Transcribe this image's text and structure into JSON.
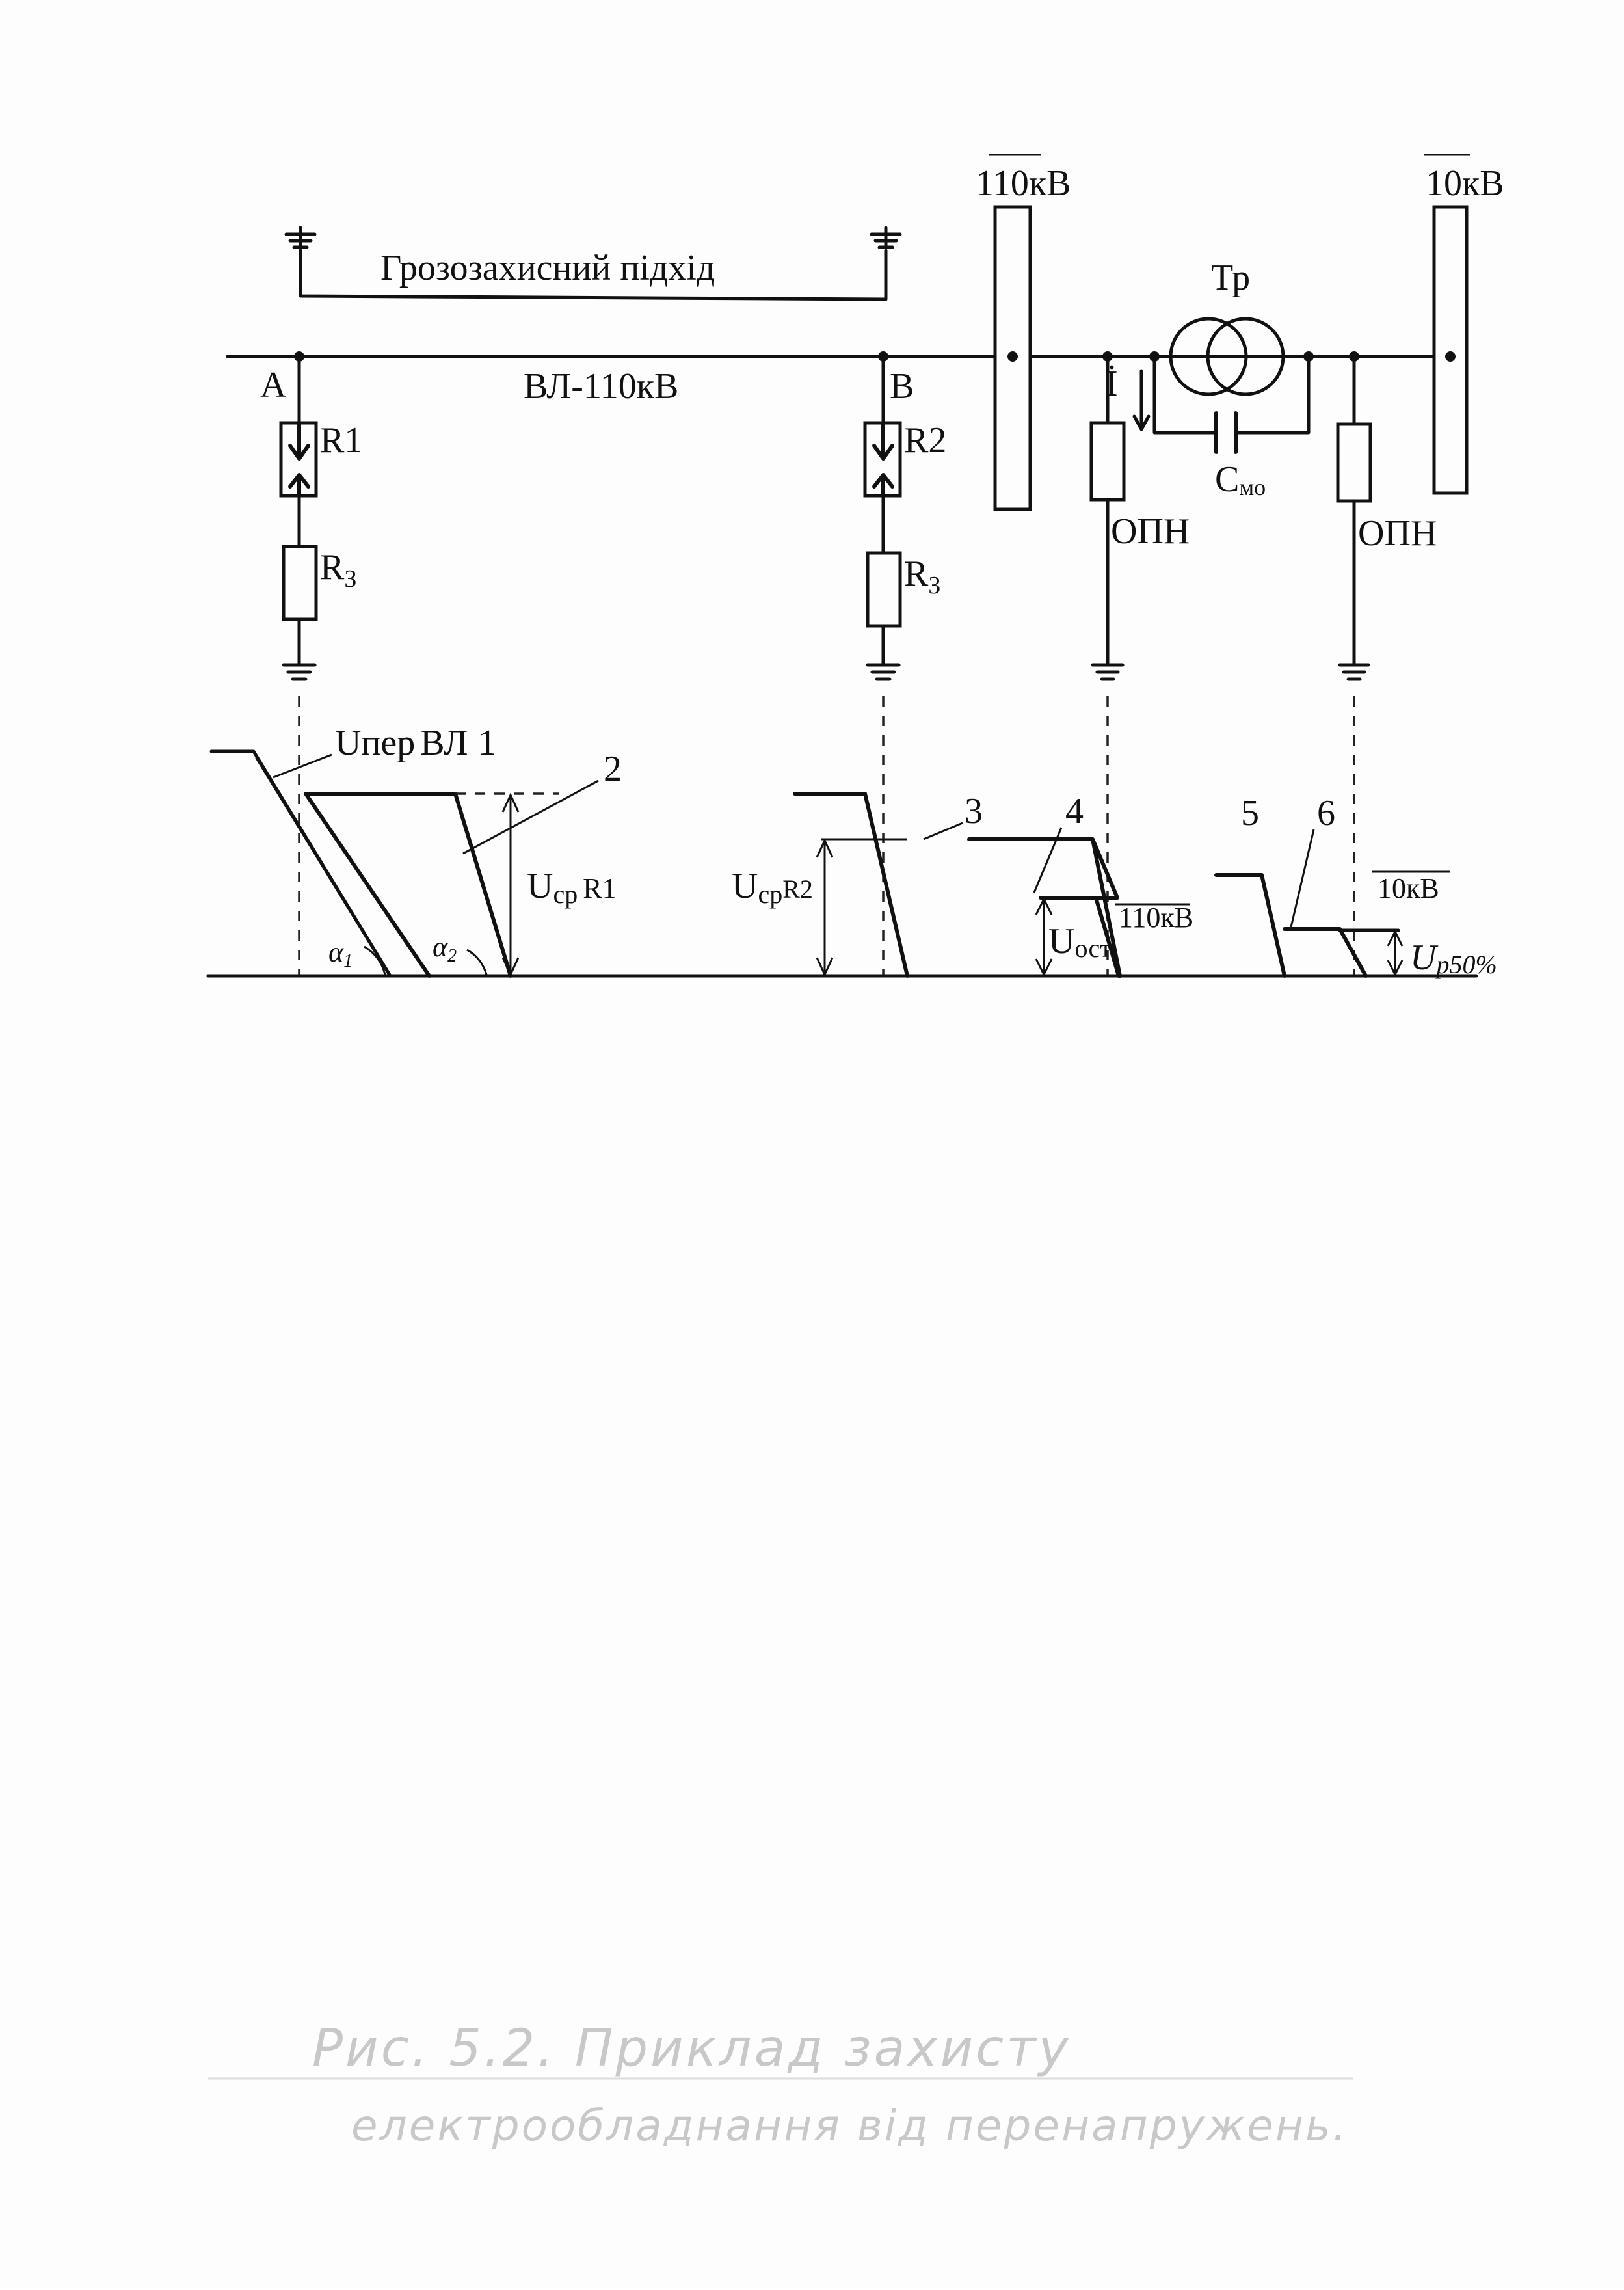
{
  "diagram": {
    "top_label": "Грозозахисний підхід",
    "line_label": "ВЛ-110кВ",
    "node_a": "A",
    "node_b": "B",
    "r1": "R1",
    "r2": "R2",
    "rz": "R",
    "rz_sub": "З",
    "bus_110": "110кВ",
    "bus_10": "10кВ",
    "transformer": "Тр",
    "current": "İ",
    "cap": "C",
    "cap_sub": "мо",
    "arrester": "ОПН"
  },
  "waveforms": {
    "u_per": "Uпер",
    "u_per_vl": "ВЛ",
    "n1": "1",
    "n2": "2",
    "n3": "3",
    "n4": "4",
    "n5": "5",
    "n6": "6",
    "u_sr_r1_main": "U",
    "u_sr_r1_sub": "ср",
    "u_sr_r1_tag": "R1",
    "u_sr_r2_main": "U",
    "u_sr_r2_sub": "ср",
    "u_sr_r2_tag": "R2",
    "u_ost_main": "U",
    "u_ost_sub": "ост",
    "kv_110": "110кВ",
    "kv_10": "10кВ",
    "u_p_main": "U",
    "u_p_sub": "р50%",
    "alpha1": "α",
    "alpha1_sub": "1",
    "alpha2": "α",
    "alpha2_sub": "2"
  },
  "caption": {
    "line1": "Рис. 5.2. Приклад захисту",
    "line2": "електрообладнання від перенапружень."
  }
}
